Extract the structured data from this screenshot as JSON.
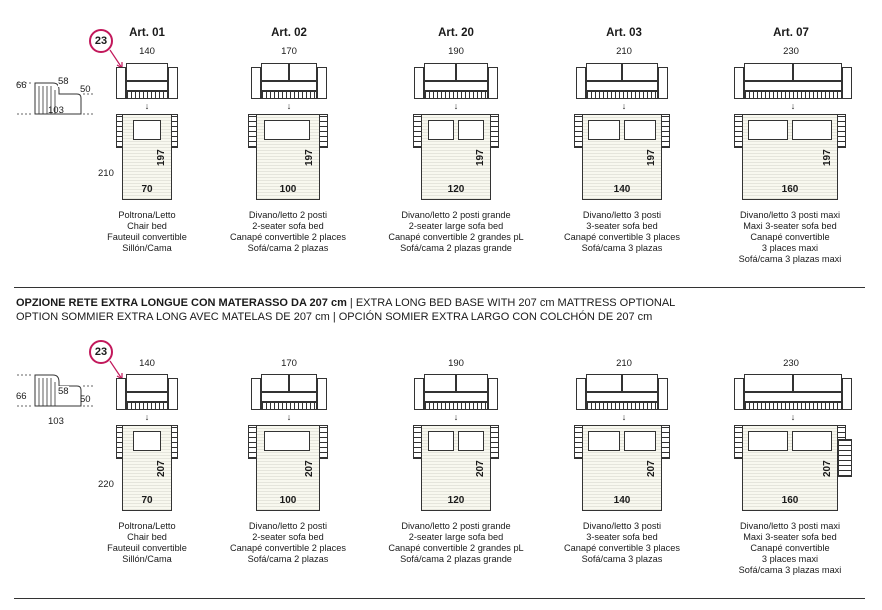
{
  "top": {
    "indicator": {
      "badge": "23",
      "depth": "103",
      "height": "66",
      "seat_height": "50",
      "seat_depth": "58",
      "bed_length": "210"
    },
    "items": [
      {
        "art": "Art. 01",
        "width": "140",
        "bed_length": "197",
        "bed_width": "70",
        "desc": [
          "Poltrona/Letto",
          "Chair bed",
          "Fauteuil convertible",
          "Sillón/Cama"
        ]
      },
      {
        "art": "Art. 02",
        "width": "170",
        "bed_length": "197",
        "bed_width": "100",
        "desc": [
          "Divano/letto 2 posti",
          "2-seater sofa bed",
          "Canapé convertible 2 places",
          "Sofá/cama 2 plazas"
        ]
      },
      {
        "art": "Art. 20",
        "width": "190",
        "bed_length": "197",
        "bed_width": "120",
        "desc": [
          "Divano/letto 2 posti grande",
          "2-seater large sofa bed",
          "Canapé convertible 2 grandes pL",
          "Sofá/cama 2 plazas grande"
        ]
      },
      {
        "art": "Art. 03",
        "width": "210",
        "bed_length": "197",
        "bed_width": "140",
        "desc": [
          "Divano/letto 3 posti",
          "3-seater sofa bed",
          "Canapé convertible 3 places",
          "Sofá/cama 3 plazas"
        ]
      },
      {
        "art": "Art. 07",
        "width": "230",
        "bed_length": "197",
        "bed_width": "160",
        "desc": [
          "Divano/letto 3 posti maxi",
          "Maxi 3-seater sofa bed",
          "Canapé convertible",
          "3 places maxi",
          "Sofá/cama 3 plazas maxi"
        ]
      }
    ]
  },
  "section": {
    "title_bold": "OPZIONE RETE EXTRA LONGUE CON MATERASSO DA 207 cm",
    "title_rest": " | EXTRA LONG BED BASE WITH 207 cm MATTRESS OPTIONAL",
    "subtitle": "OPTION SOMMIER EXTRA LONG AVEC MATELAS DE 207 cm | OPCIÓN SOMIER EXTRA LARGO CON COLCHÓN DE 207 cm"
  },
  "bottom": {
    "indicator": {
      "badge": "23",
      "depth": "103",
      "height": "66",
      "seat_height": "50",
      "seat_depth": "58",
      "bed_length": "220"
    },
    "items": [
      {
        "width": "140",
        "bed_length": "207",
        "bed_width": "70",
        "desc": [
          "Poltrona/Letto",
          "Chair bed",
          "Fauteuil convertible",
          "Sillón/Cama"
        ]
      },
      {
        "width": "170",
        "bed_length": "207",
        "bed_width": "100",
        "desc": [
          "Divano/letto 2 posti",
          "2-seater sofa bed",
          "Canapé convertible 2 places",
          "Sofá/cama 2 plazas"
        ]
      },
      {
        "width": "190",
        "bed_length": "207",
        "bed_width": "120",
        "desc": [
          "Divano/letto 2 posti grande",
          "2-seater large sofa bed",
          "Canapé convertible 2 grandes pL",
          "Sofá/cama 2 plazas grande"
        ]
      },
      {
        "width": "210",
        "bed_length": "207",
        "bed_width": "140",
        "desc": [
          "Divano/letto 3 posti",
          "3-seater sofa bed",
          "Canapé convertible 3 places",
          "Sofá/cama 3 plazas"
        ]
      },
      {
        "width": "230",
        "bed_length": "207",
        "bed_width": "160",
        "desc": [
          "Divano/letto 3 posti maxi",
          "Maxi 3-seater sofa bed",
          "Canapé convertible",
          "3 places maxi",
          "Sofá/cama 3 plazas maxi"
        ]
      }
    ]
  },
  "arrow_glyph": "↓",
  "badge_color": "#c2185b"
}
